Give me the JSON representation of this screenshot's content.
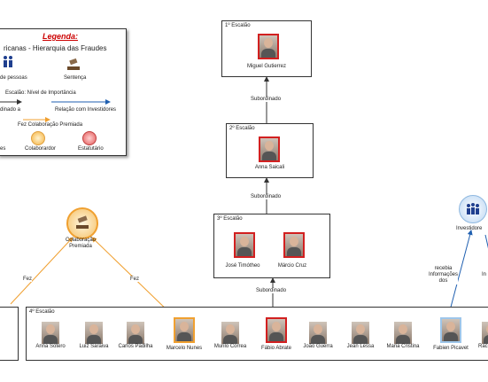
{
  "legend": {
    "title": "Legenda:",
    "subtitle": "ricanas - Hierarquia das Fraudes",
    "people_label": "de pessoas",
    "sentence_label": "Sentença",
    "level_label": "Escalão: Nível de Importância",
    "subordinate_label": "dinado a",
    "investors_label": "Relação com Investidores",
    "plea_label": "Fez Colaboração Premiada",
    "type_left": "es",
    "collaborator_label": "Colaborardor",
    "statutory_label": "Estatutário",
    "colors": {
      "title": "#cc0000",
      "collaborator": "#f5b13d",
      "statutory": "#e35a5a",
      "investor": "#1f5fb0"
    }
  },
  "level1": {
    "title": "1º Escalão",
    "people": [
      {
        "name": "Miguel Gutierrez"
      }
    ]
  },
  "edge1": "Subordinado",
  "level2": {
    "title": "2º Escalão",
    "people": [
      {
        "name": "Anna Saicali"
      }
    ]
  },
  "edge2": "Subordinado",
  "level3": {
    "title": "3º Escalão",
    "people": [
      {
        "name": "José Timótheo"
      },
      {
        "name": "Márcio Cruz"
      }
    ]
  },
  "edge3": "Subordinado",
  "level4": {
    "title": "4º Escalão",
    "people": [
      {
        "name": "Anna Sotero"
      },
      {
        "name": "Luiz Saraiva"
      },
      {
        "name": "Carlos Padilha"
      },
      {
        "name": "Marcelo  Nunes"
      },
      {
        "name": "Murilo Correa"
      },
      {
        "name": "Fábio Abrate"
      },
      {
        "name": "João Guerra"
      },
      {
        "name": "Jean Lessa"
      },
      {
        "name": "Maria Cristina"
      },
      {
        "name": "Fabien Picavet"
      },
      {
        "name": "Rac"
      }
    ]
  },
  "plea_node": {
    "label": "Colaboração\nPremiada"
  },
  "fez_left": "Fez",
  "fez_right": "Fez",
  "investors_node": {
    "label": "Investidore"
  },
  "investor_edge_label": "recebia\nInformações\ndos",
  "investor_edge_label2": "In"
}
